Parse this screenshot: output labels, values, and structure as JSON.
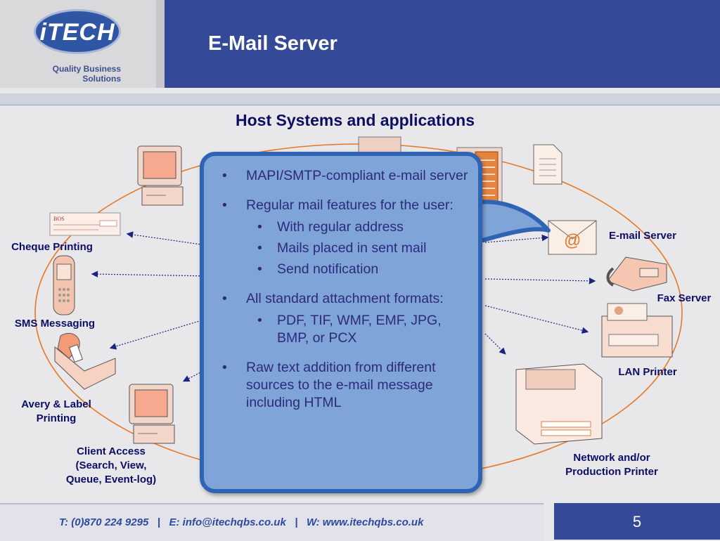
{
  "header": {
    "logo_text": "iTECH",
    "tagline_line1": "Quality Business",
    "tagline_line2": "Solutions",
    "title": "E-Mail Server"
  },
  "section_heading": "Host Systems and applications",
  "devices": {
    "left": [
      {
        "label": "Cheque Printing",
        "icon": "cheque-icon"
      },
      {
        "label": "SMS Messaging",
        "icon": "mobile-phone-icon"
      },
      {
        "label_line1": "Avery & Label",
        "label_line2": "Printing",
        "icon": "label-printer-icon"
      },
      {
        "label_line1": "Client Access",
        "label_line2": "(Search,  View,",
        "label_line3": "Queue, Event-log)",
        "icon": "desktop-computer-icon"
      }
    ],
    "right": [
      {
        "label": "E-mail Server",
        "icon": "email-envelope-icon"
      },
      {
        "label": "Fax Server",
        "icon": "fax-machine-icon"
      },
      {
        "label": "LAN Printer",
        "icon": "lan-printer-icon"
      },
      {
        "label_line1": "Network and/or",
        "label_line2": "Production Printer",
        "icon": "production-printer-icon"
      }
    ]
  },
  "bullets": [
    {
      "text": "MAPI/SMTP-compliant e-mail server"
    },
    {
      "text": "Regular mail features for the user:",
      "sub": [
        "With regular address",
        "Mails placed in sent mail",
        "Send notification"
      ]
    },
    {
      "text": "All standard attachment formats:",
      "sub": [
        "PDF, TIF, WMF, EMF, JPG, BMP, or PCX"
      ]
    },
    {
      "text": "Raw text addition from different sources to the e-mail message including HTML"
    }
  ],
  "bullet_mark": "•",
  "footer": {
    "contact": "T: (0)870 224 9295   |   E: info@itechqbs.co.uk   |   W: www.itechqbs.co.uk",
    "page_number": "5"
  },
  "colors": {
    "header_blue": "#344998",
    "panel_fill": "#7fa4d8",
    "panel_border": "#2f63b3",
    "label_text": "#0d0d66",
    "ring_orange": "#e87722"
  }
}
